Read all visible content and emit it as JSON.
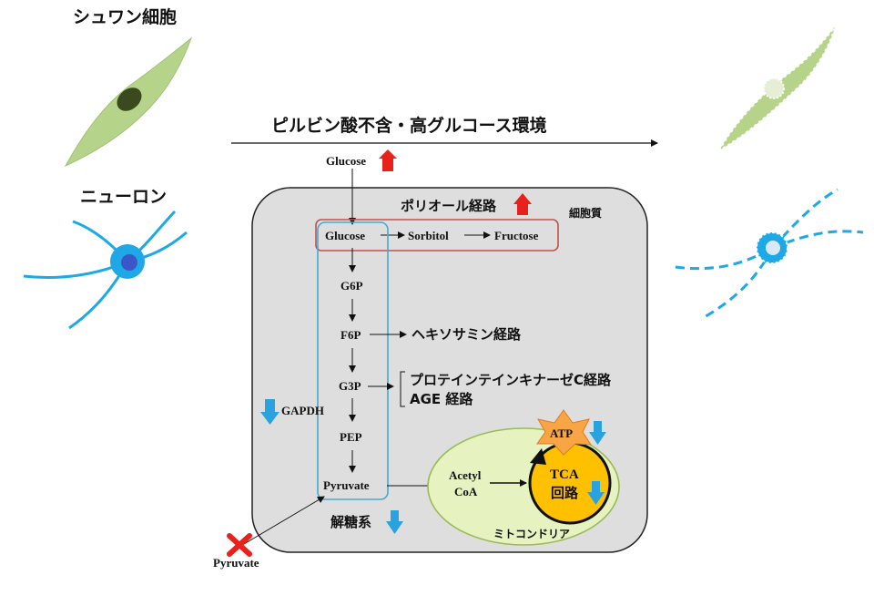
{
  "labels": {
    "schwann_cell": "シュワン細胞",
    "neuron": "ニューロン",
    "condition": "ピルビン酸不含・高グルコース環境",
    "cytoplasm": "細胞質",
    "polyol_pathway": "ポリオール経路",
    "glucose_outside": "Glucose",
    "glucose": "Glucose",
    "sorbitol": "Sorbitol",
    "fructose": "Fructose",
    "g6p": "G6P",
    "f6p": "F6P",
    "g3p": "G3P",
    "pep": "PEP",
    "pyruvate": "Pyruvate",
    "pyruvate_outside": "Pyruvate",
    "hexosamine_pathway": "ヘキソサミン経路",
    "pkc_pathway": "プロテインテインキナーゼC経路",
    "age_pathway": "AGE 経路",
    "gapdh": "GAPDH",
    "glycolysis": "解糖系",
    "acetyl": "Acetyl",
    "coa": "CoA",
    "tca": "TCA",
    "tca_cycle": "回路",
    "atp": "ATP",
    "mitochondria": "ミトコンドリア"
  },
  "colors": {
    "increase_arrow": "#e8221b",
    "decrease_arrow": "#29a3e0",
    "schwann_fill": "#b5d48a",
    "schwann_nucleus": "#3a4a1e",
    "neuron_blue": "#1fa8e6",
    "neuron_nucleus": "#3b56c8",
    "cytoplasm_fill": "#dedede",
    "polyol_box": "#c0504d",
    "glycolysis_box": "#4aa8c8",
    "mito_fill": "#e6f2c0",
    "mito_stroke": "#9bbb59",
    "tca_fill": "#ffc000",
    "atp_fill": "#f7a545",
    "block_x": "#e8221b"
  },
  "indicators": {
    "glucose_outside": "up-arrow-icon",
    "polyol_pathway": "up-arrow-icon",
    "gapdh": "down-arrow-icon",
    "glycolysis": "down-arrow-icon",
    "atp": "down-arrow-icon",
    "tca": "down-arrow-icon",
    "pyruvate_uptake": "cross-icon"
  }
}
